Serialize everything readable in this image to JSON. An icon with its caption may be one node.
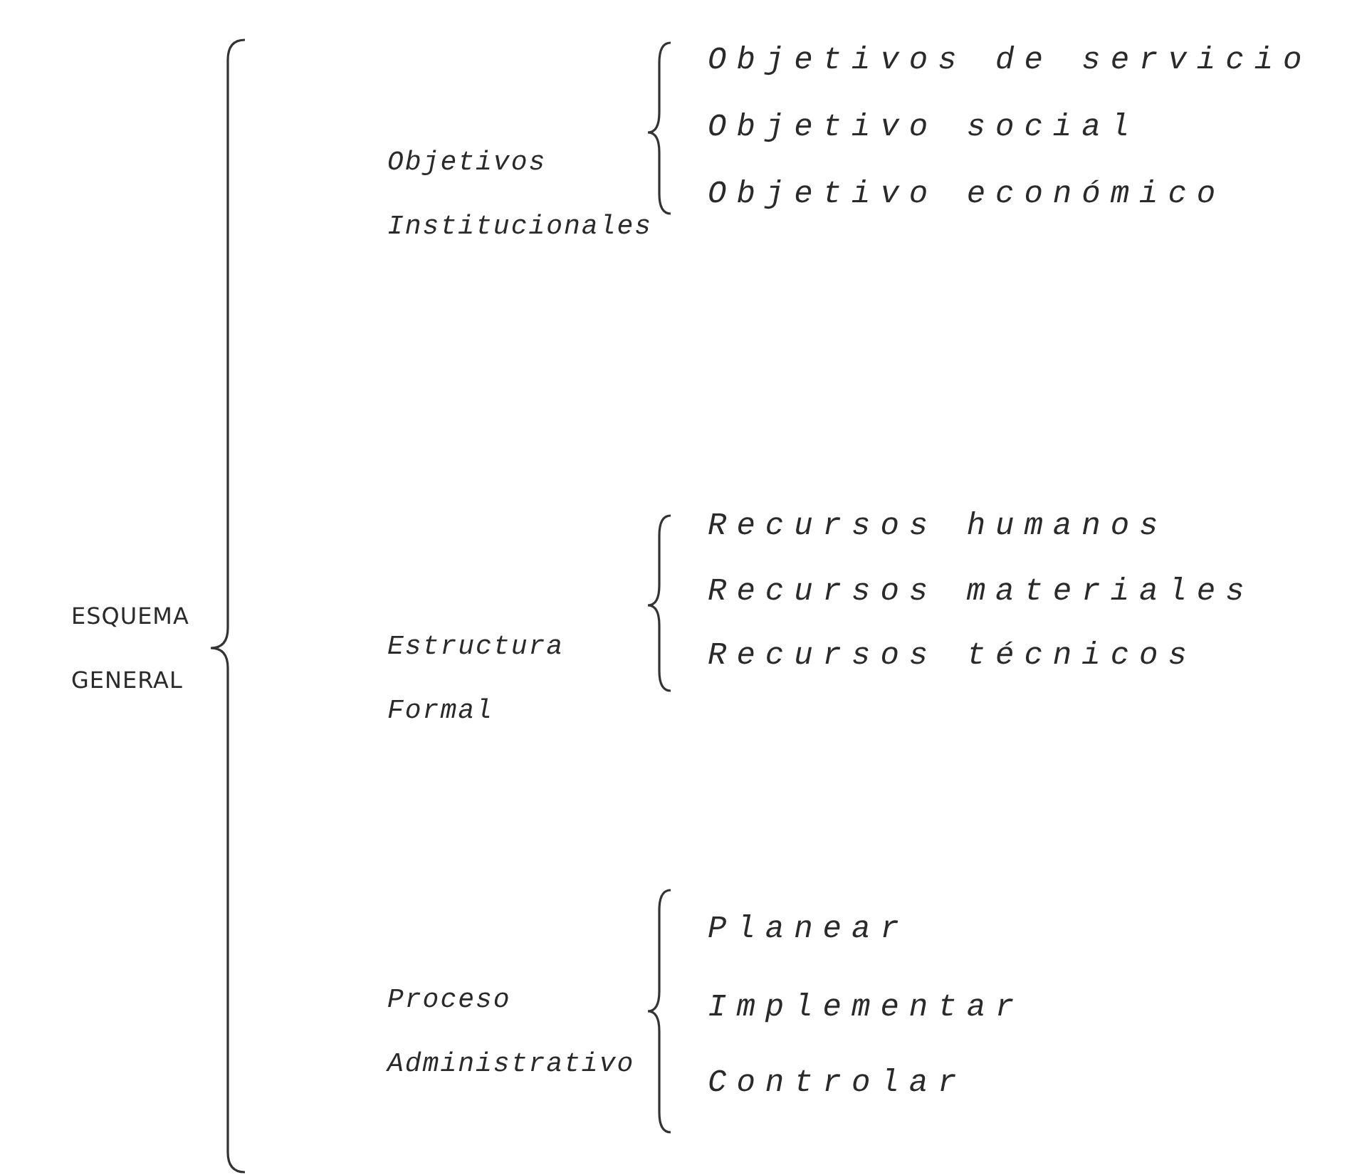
{
  "diagram": {
    "labels": [
      "ESQUEMA GENERAL",
      "Objetivos Institucionales",
      "Objetivos de servicio",
      "Objetivo social",
      "Objetivo económico",
      "Estructura Formal",
      "Recursos humanos",
      "Recursos materiales",
      "Recursos técnicos",
      "Proceso Administrativo",
      "Planear",
      "Implementar",
      "Controlar"
    ]
  }
}
